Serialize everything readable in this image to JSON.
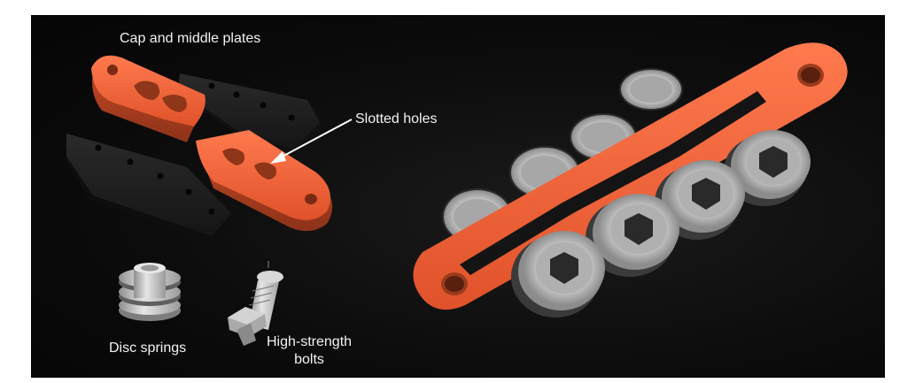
{
  "labels": {
    "title": "Cap and middle plates",
    "slotted_holes": "Slotted holes",
    "disc_springs": "Disc springs",
    "bolts_line1": "High-strength",
    "bolts_line2": "bolts"
  },
  "colors": {
    "background": "#0c0c0c",
    "orange": "#f0633a",
    "dark_plate": "#1f1f1f",
    "steel": "#c9c9c9",
    "text": "#f2f2f2"
  }
}
